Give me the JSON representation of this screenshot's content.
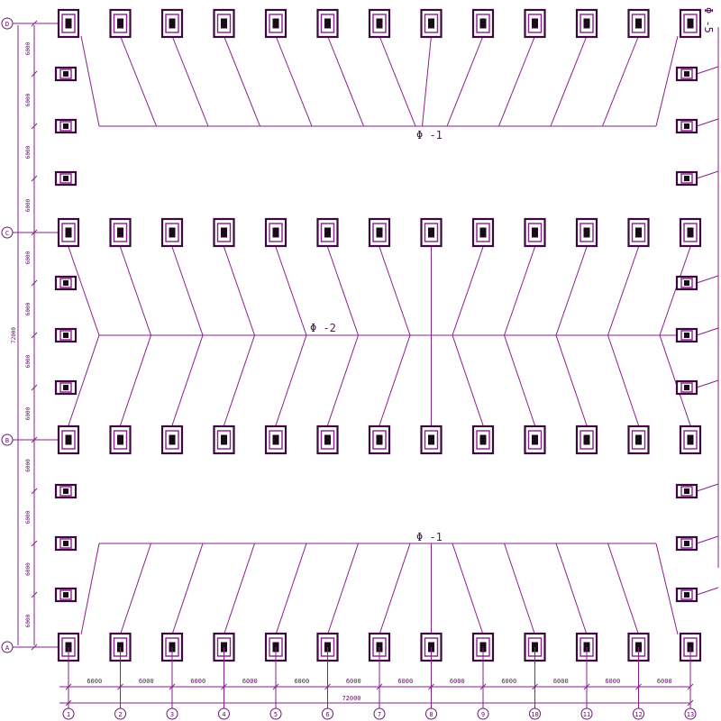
{
  "beam_labels": {
    "top": "Φ -1",
    "middle": "Φ -2",
    "bottom": "Φ -1",
    "right": "Φ -5"
  },
  "axes": {
    "columns": [
      "1",
      "2",
      "3",
      "4",
      "5",
      "6",
      "7",
      "8",
      "9",
      "10",
      "11",
      "12",
      "13"
    ],
    "rows": [
      "A",
      "B",
      "C",
      "D"
    ]
  },
  "dimensions": {
    "bay_spacing": "6000",
    "total_width": "72000",
    "left_segment": "6000",
    "total_height": "72000"
  },
  "colors": {
    "line": "#8a1f8f",
    "foundation_outer": "#3b0a3c",
    "foundation_core": "#1a0a1a",
    "background": "#ffffff"
  }
}
